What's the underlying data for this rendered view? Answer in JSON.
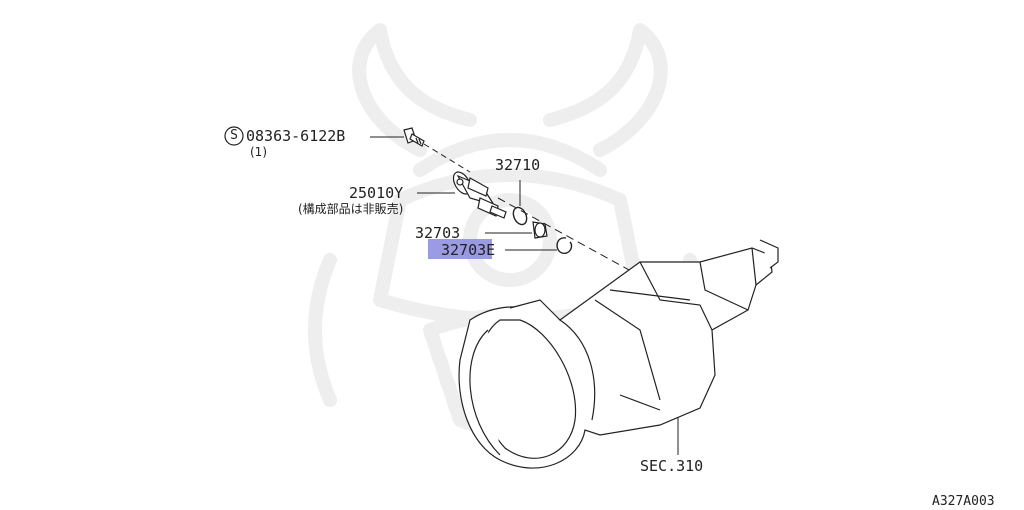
{
  "callouts": {
    "bolt": {
      "symbol": "S",
      "part": "08363-6122B",
      "qty": "(1)"
    },
    "sensor": {
      "part": "25010Y",
      "note": "(構成部品は非販売)"
    },
    "oring": {
      "part": "32710"
    },
    "sleeve": {
      "part": "32703"
    },
    "clip": {
      "part": "32703E"
    },
    "transmission": {
      "ref": "SEC.310"
    }
  },
  "diagram_id": "A327A003",
  "colors": {
    "highlight": "#8a8ae0",
    "line": "#222222",
    "watermark": "#eeeeee"
  },
  "watermark_icon": "samurai-helmet-icon"
}
